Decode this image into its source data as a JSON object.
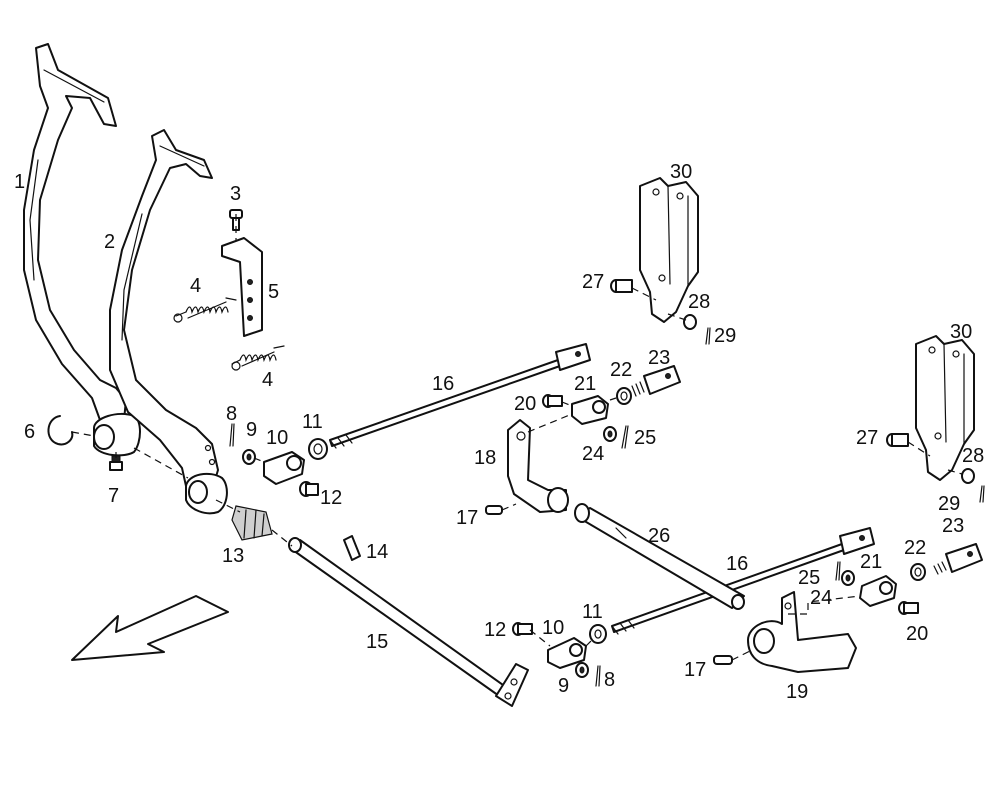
{
  "callouts": [
    {
      "id": "c1",
      "text": "1"
    },
    {
      "id": "c2",
      "text": "2"
    },
    {
      "id": "c3",
      "text": "3"
    },
    {
      "id": "c4a",
      "text": "4"
    },
    {
      "id": "c4b",
      "text": "4"
    },
    {
      "id": "c5",
      "text": "5"
    },
    {
      "id": "c6",
      "text": "6"
    },
    {
      "id": "c7",
      "text": "7"
    },
    {
      "id": "c8a",
      "text": "8"
    },
    {
      "id": "c9a",
      "text": "9"
    },
    {
      "id": "c10a",
      "text": "10"
    },
    {
      "id": "c11a",
      "text": "11"
    },
    {
      "id": "c12a",
      "text": "12"
    },
    {
      "id": "c13",
      "text": "13"
    },
    {
      "id": "c14",
      "text": "14"
    },
    {
      "id": "c15",
      "text": "15"
    },
    {
      "id": "c16a",
      "text": "16"
    },
    {
      "id": "c17a",
      "text": "17"
    },
    {
      "id": "c18",
      "text": "18"
    },
    {
      "id": "c20a",
      "text": "20"
    },
    {
      "id": "c21a",
      "text": "21"
    },
    {
      "id": "c22a",
      "text": "22"
    },
    {
      "id": "c23a",
      "text": "23"
    },
    {
      "id": "c24a",
      "text": "24"
    },
    {
      "id": "c25a",
      "text": "25"
    },
    {
      "id": "c26",
      "text": "26"
    },
    {
      "id": "c27a",
      "text": "27"
    },
    {
      "id": "c28a",
      "text": "28"
    },
    {
      "id": "c29a",
      "text": "29"
    },
    {
      "id": "c30a",
      "text": "30"
    },
    {
      "id": "c30b",
      "text": "30"
    },
    {
      "id": "c27b",
      "text": "27"
    },
    {
      "id": "c28b",
      "text": "28"
    },
    {
      "id": "c29b",
      "text": "29"
    },
    {
      "id": "c23b",
      "text": "23"
    },
    {
      "id": "c22b",
      "text": "22"
    },
    {
      "id": "c21b",
      "text": "21"
    },
    {
      "id": "c16b",
      "text": "16"
    },
    {
      "id": "c25b",
      "text": "25"
    },
    {
      "id": "c24b",
      "text": "24"
    },
    {
      "id": "c20b",
      "text": "20"
    },
    {
      "id": "c12b",
      "text": "12"
    },
    {
      "id": "c10b",
      "text": "10"
    },
    {
      "id": "c11b",
      "text": "11"
    },
    {
      "id": "c9b",
      "text": "9"
    },
    {
      "id": "c8b",
      "text": "8"
    },
    {
      "id": "c17b",
      "text": "17"
    },
    {
      "id": "c19",
      "text": "19"
    }
  ],
  "colors": {
    "line": "#111111",
    "background": "#ffffff",
    "shade": "#cfcfcf"
  },
  "icons": {
    "direction": "direction-arrow-icon"
  }
}
